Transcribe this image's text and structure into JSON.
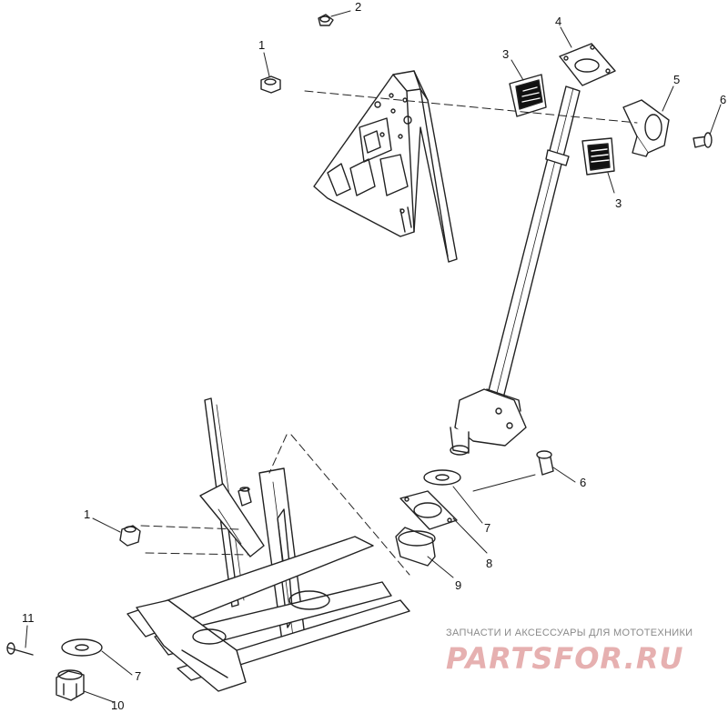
{
  "callouts": {
    "c1_top": "1",
    "c2": "2",
    "c3_top": "3",
    "c3_bottom": "3",
    "c4": "4",
    "c5": "5",
    "c6_top": "6",
    "c6_mid": "6",
    "c7_mid": "7",
    "c8": "8",
    "c9": "9",
    "c1_bottom": "1",
    "c11": "11",
    "c7_bottom": "7",
    "c10": "10"
  },
  "watermark": {
    "caption": "ЗАПЧАСТИ И АКСЕССУАРЫ ДЛЯ МОТОТЕХНИКИ",
    "logo": "PARTSFOR.RU"
  },
  "colors": {
    "line": "#222222",
    "watermark_logo": "#e6b0b0",
    "watermark_caption": "#8a8a8a"
  }
}
